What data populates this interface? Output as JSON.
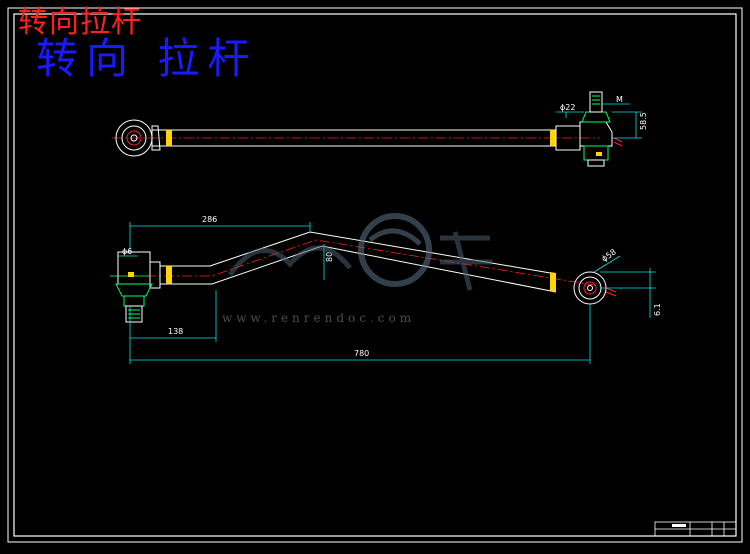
{
  "titles": {
    "red": "转向拉杆",
    "blue": "转向 拉杆"
  },
  "dimensions": {
    "top_ball_dia": "ϕ22",
    "top_height": "58.5",
    "top_small_label": "M",
    "left_ball_dia": "ϕ6",
    "length_upper": "286",
    "height_offset": "80",
    "right_ball_dia": "ϕ58",
    "right_offset": "6.1",
    "length_lower": "138",
    "length_total": "780"
  },
  "watermark": {
    "url": "www.renrendoc.com"
  },
  "colors": {
    "background": "#000000",
    "outline": "#ffffff",
    "centerline": "#ff2020",
    "band": "#ffd400",
    "dimension": "#00e5e5",
    "frame": "#ffffff",
    "ball_joint": "#00ff66",
    "red_title": "#ff2020",
    "blue_title": "#1a1aff",
    "watermark": "#7d8e9e"
  }
}
